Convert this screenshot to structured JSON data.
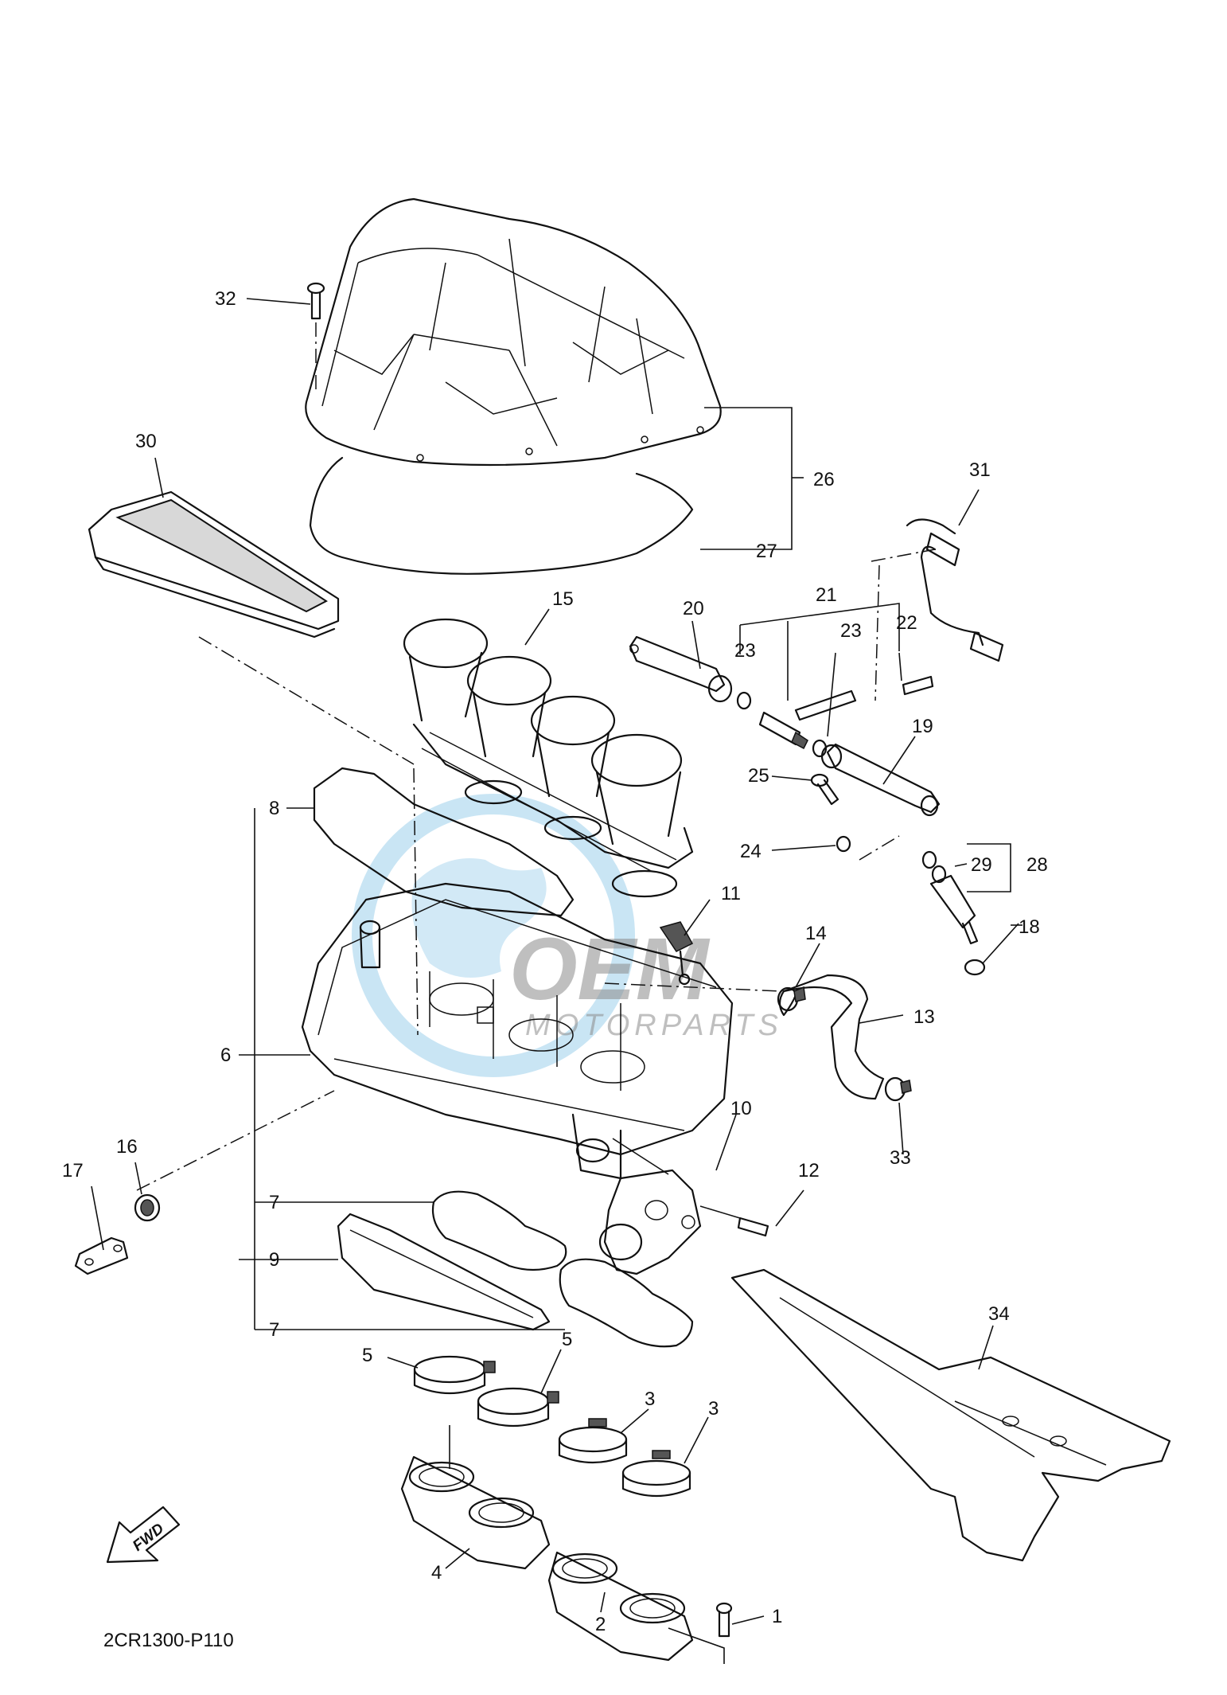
{
  "diagram": {
    "code": "2CR1300-P110",
    "fwd_label": "FWD",
    "watermark": {
      "brand": "OEM",
      "sub": "MOTORPARTS",
      "colors": {
        "globe": "#bfe0f2",
        "text": "#8c8c8c"
      }
    },
    "callouts": {
      "c1": "1",
      "c2": "2",
      "c3a": "3",
      "c3b": "3",
      "c4": "4",
      "c5a": "5",
      "c5b": "5",
      "c6": "6",
      "c7a": "7",
      "c7b": "7",
      "c8": "8",
      "c9": "9",
      "c10": "10",
      "c11": "11",
      "c12": "12",
      "c13": "13",
      "c14": "14",
      "c15": "15",
      "c16": "16",
      "c17": "17",
      "c18": "18",
      "c19": "19",
      "c20": "20",
      "c21": "21",
      "c22": "22",
      "c23a": "23",
      "c23b": "23",
      "c24": "24",
      "c25": "25",
      "c26": "26",
      "c27": "27",
      "c28": "28",
      "c29": "29",
      "c30": "30",
      "c31": "31",
      "c32": "32",
      "c33": "33",
      "c34": "34"
    }
  }
}
